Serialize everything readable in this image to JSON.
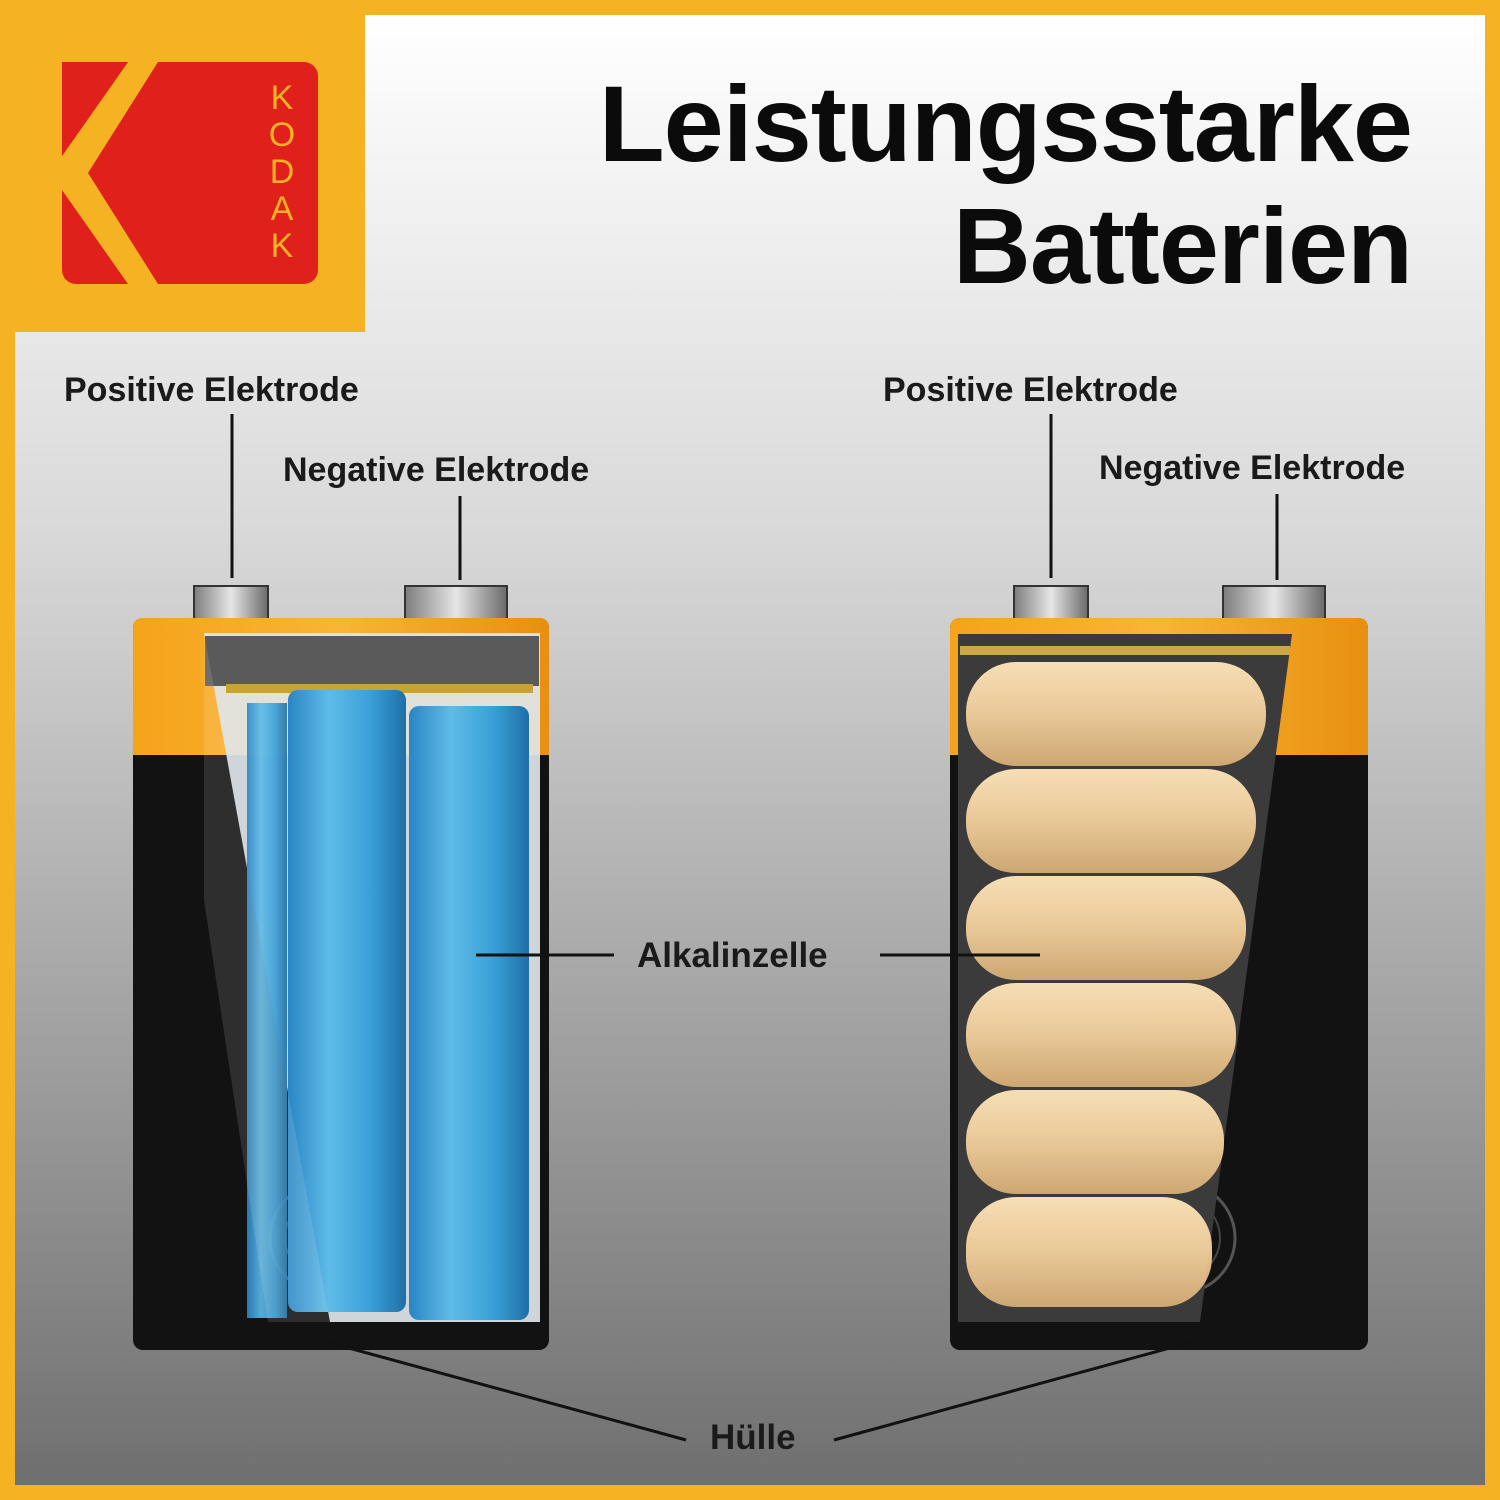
{
  "brand": {
    "name": "KODAK",
    "letters": [
      "K",
      "O",
      "D",
      "A",
      "K"
    ]
  },
  "title": {
    "line1": "Leistungsstarke",
    "line2": "Batterien"
  },
  "labels": {
    "left_positive": "Positive Elektrode",
    "left_negative": "Negative Elektrode",
    "right_positive": "Positive Elektrode",
    "right_negative": "Negative Elektrode",
    "cell": "Alkalinzelle",
    "casing": "Hülle"
  },
  "colors": {
    "frame": "#F5B223",
    "logo_red": "#E0211B",
    "battery_orange": "#F7A21B",
    "battery_black": "#111111",
    "cell_blue": "#3FA4D8",
    "cell_beige": "#E9C48E"
  }
}
